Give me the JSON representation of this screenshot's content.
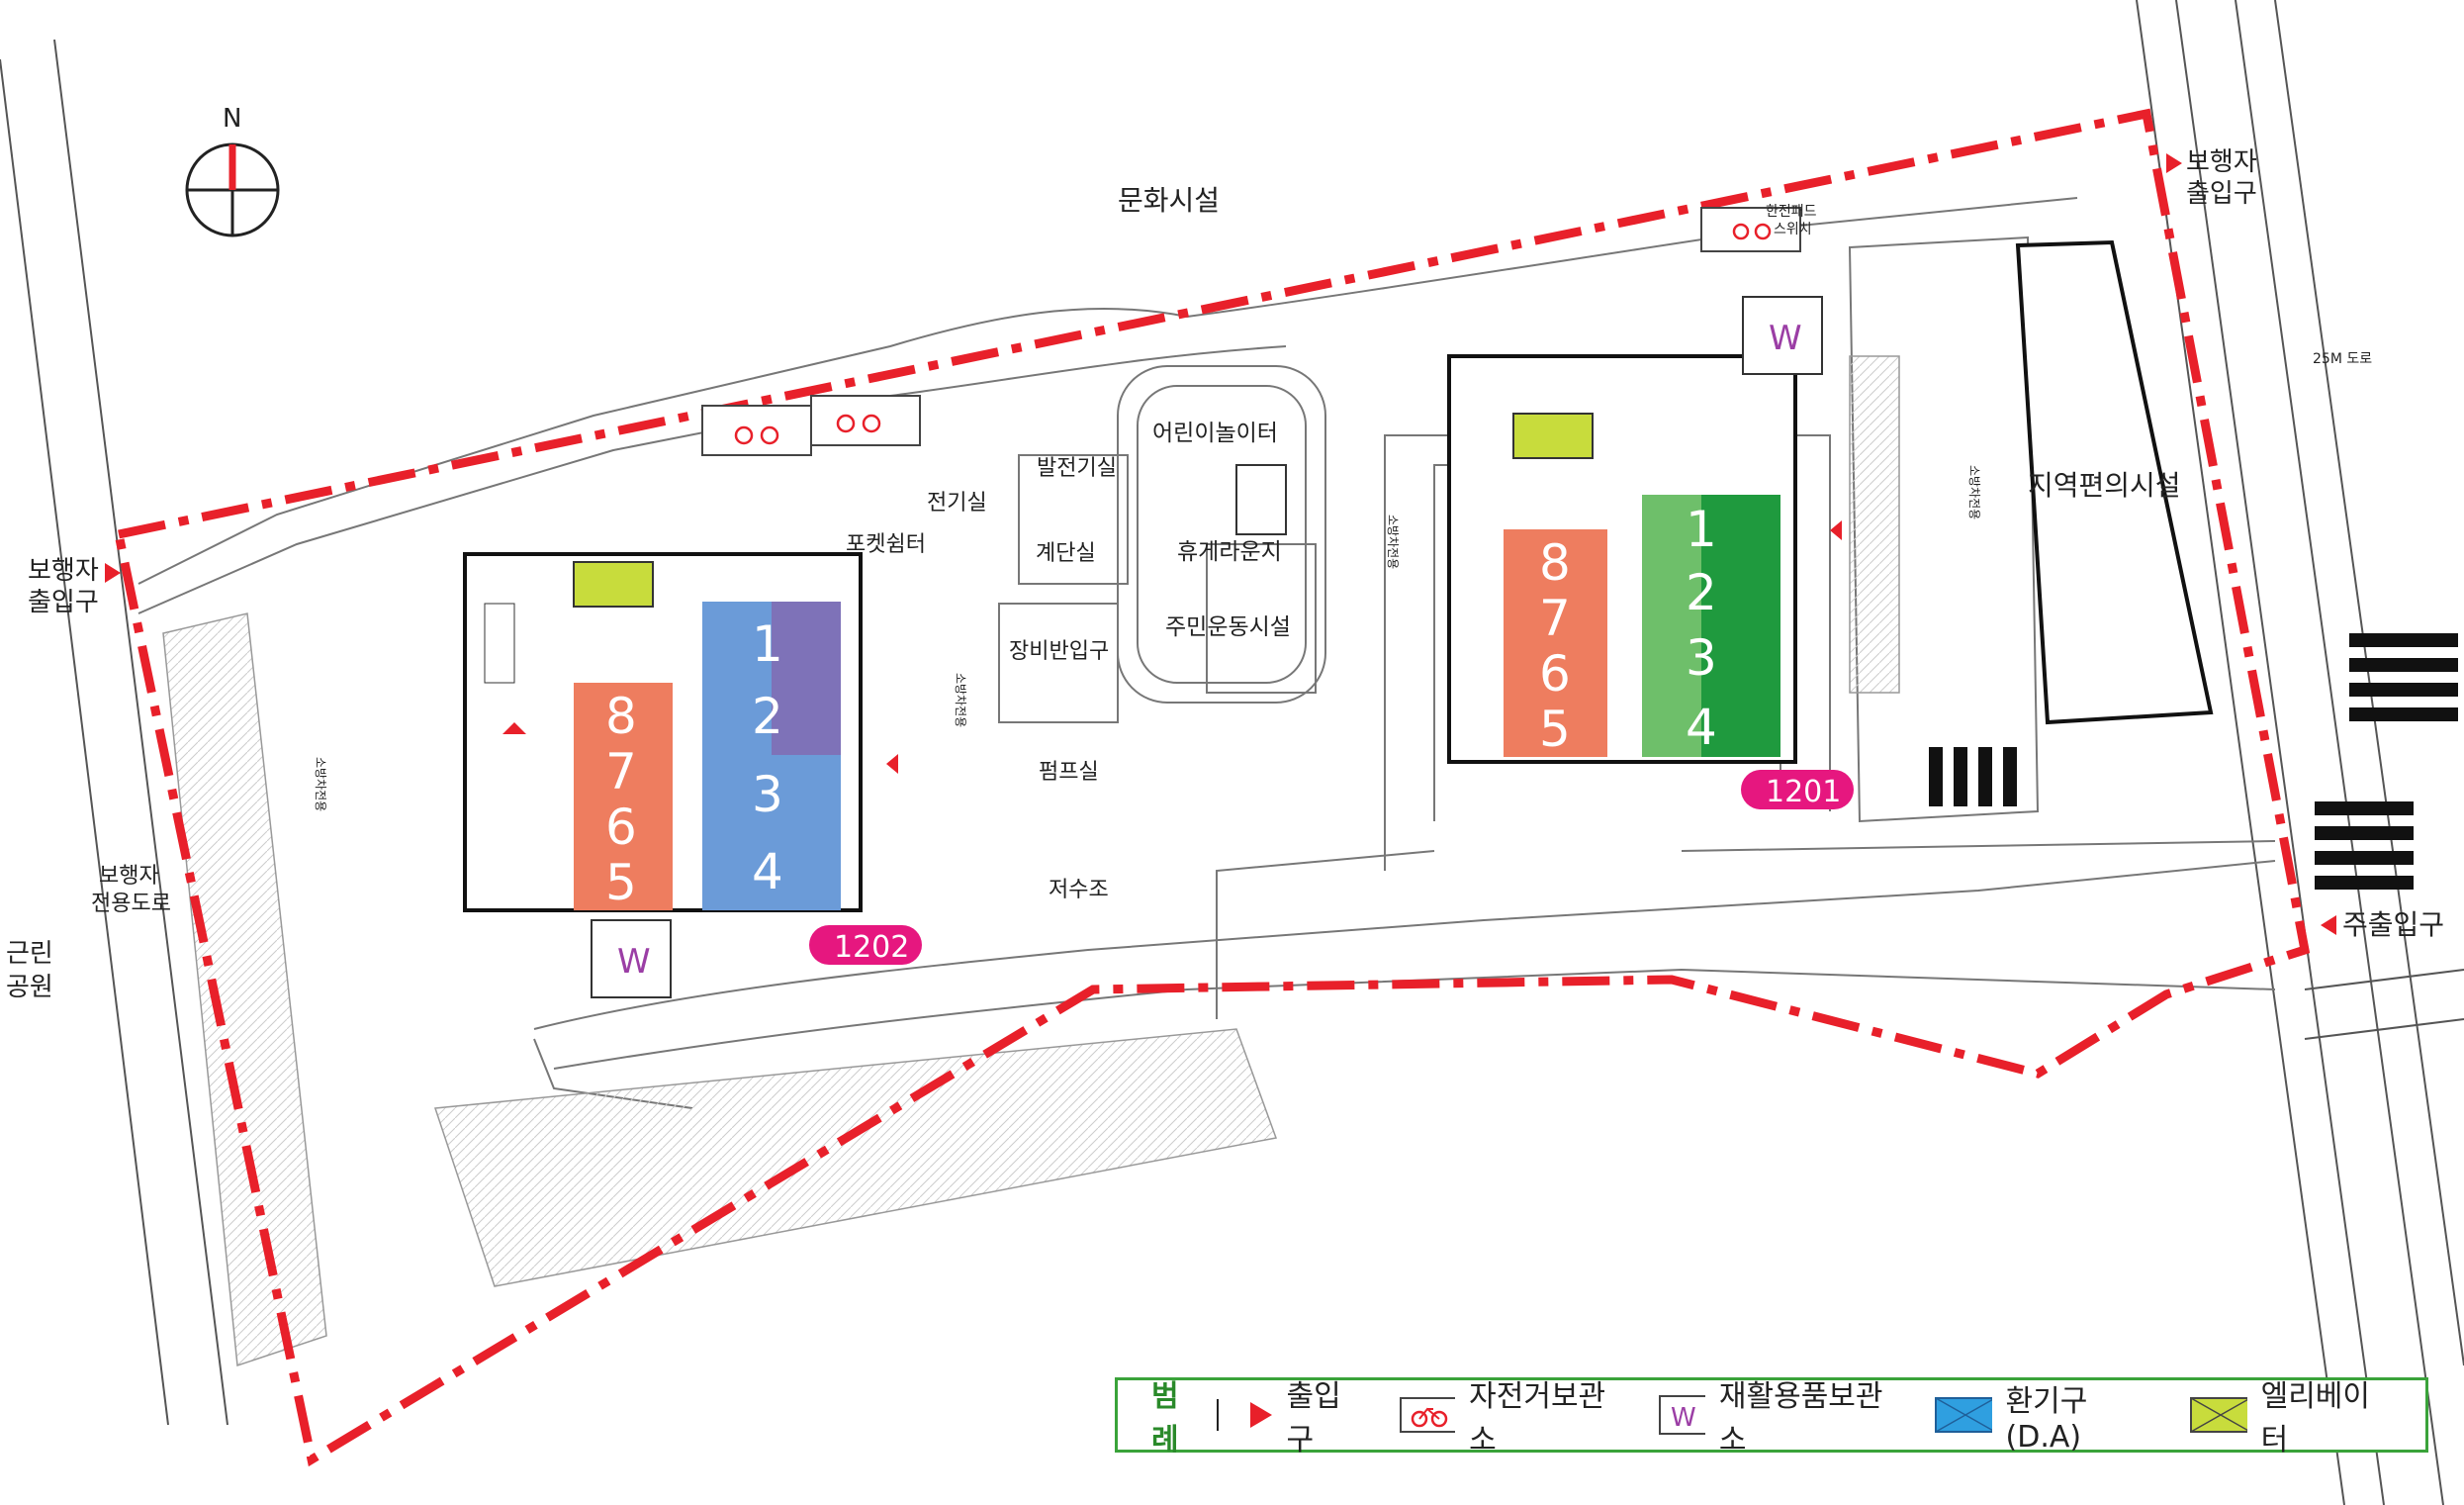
{
  "compass": {
    "north": "N"
  },
  "labels": {
    "culture": "문화시설",
    "ped_entrance_left_1": "보행자",
    "ped_entrance_left_2": "출입구",
    "ped_entrance_right_1": "보행자",
    "ped_entrance_right_2": "출입구",
    "ped_road_1": "보행자",
    "ped_road_2": "전용도로",
    "park_1": "근린",
    "park_2": "공원",
    "main_entrance": "주출입구",
    "road_25m": "25M 도로",
    "local_facility": "지역편의시설",
    "playground": "어린이놀이터",
    "lounge": "휴게라운지",
    "gym": "주민운동시설",
    "generator": "발전기실",
    "electric": "전기실",
    "pocket_shelter": "포켓쉼터",
    "stair_room": "계단실",
    "equipment_entry": "장비반입구",
    "pump_room": "펌프실",
    "water_tank": "저수조",
    "ev_switch_1": "한전패드",
    "ev_switch_2": "스위치",
    "fire_lane_left": "소방차전용",
    "fire_lane_mid": "소방차전용",
    "fire_lane_center": "소방차전용",
    "fire_lane_right": "소방차전용",
    "recycle_w": "W"
  },
  "buildings": [
    {
      "id": "1202",
      "label": "1202",
      "units_left": [
        "8",
        "7",
        "6",
        "5"
      ],
      "units_right": [
        "1",
        "2",
        "3",
        "4"
      ]
    },
    {
      "id": "1201",
      "label": "1201",
      "units_left": [
        "8",
        "7",
        "6",
        "5"
      ],
      "units_right": [
        "1",
        "2",
        "3",
        "4"
      ]
    }
  ],
  "colors": {
    "boundary": "#e8202a",
    "orange_units": "#ee7d5f",
    "blue_units": "#6b9bd8",
    "purple_units": "#7e72b8",
    "green_units": "#6ebf6a",
    "dark_green_units": "#1f9a3e",
    "elevator": "#c8dc3c",
    "vent": "#2f9fe0",
    "badge": "#e6177f",
    "recycle": "#9b3ea5",
    "legend_border": "#3aa33a"
  },
  "legend": {
    "title": "범례",
    "items": [
      {
        "icon": "entrance-triangle-icon",
        "label": "출입구"
      },
      {
        "icon": "bicycle-icon",
        "label": "자전거보관소"
      },
      {
        "icon": "recycle-w-icon",
        "label": "재활용품보관소"
      },
      {
        "icon": "vent-icon",
        "label": "환기구(D.A)"
      },
      {
        "icon": "elevator-icon",
        "label": "엘리베이터"
      }
    ]
  }
}
